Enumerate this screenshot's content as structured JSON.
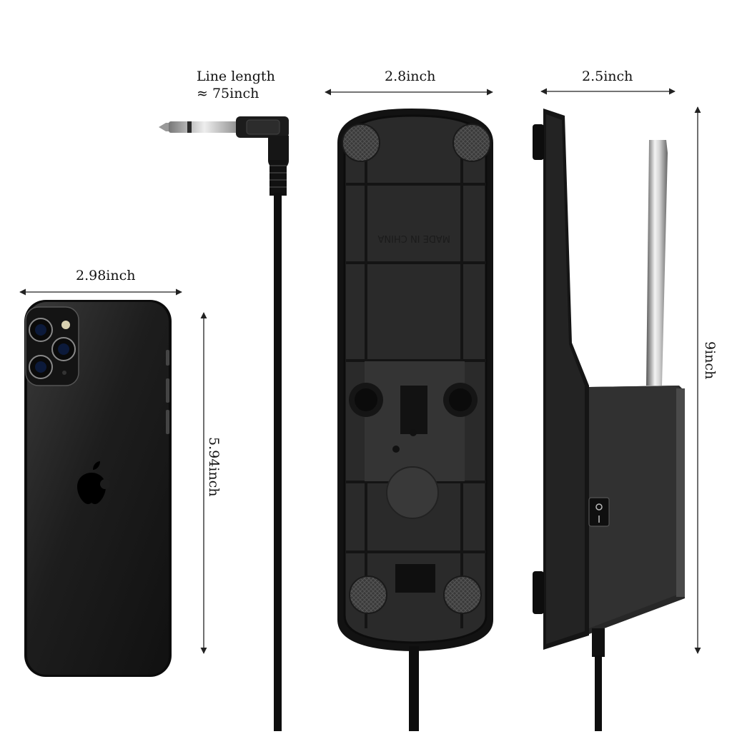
{
  "labels": {
    "cable_length_line1": "Line length",
    "cable_length_line2": "≈ 75inch",
    "pedal_width": "2.8inch",
    "pedal_depth": "2.5inch",
    "pedal_height": "9inch",
    "phone_width": "2.98inch",
    "phone_height": "5.94inch",
    "pedal_bottom_text": "MADE IN CHINA"
  },
  "colors": {
    "pedal_body": "#1c1c1c",
    "pedal_panel": "#2b2b2b",
    "phone_body": "#1f1f1f",
    "dimension_line": "#222222"
  }
}
